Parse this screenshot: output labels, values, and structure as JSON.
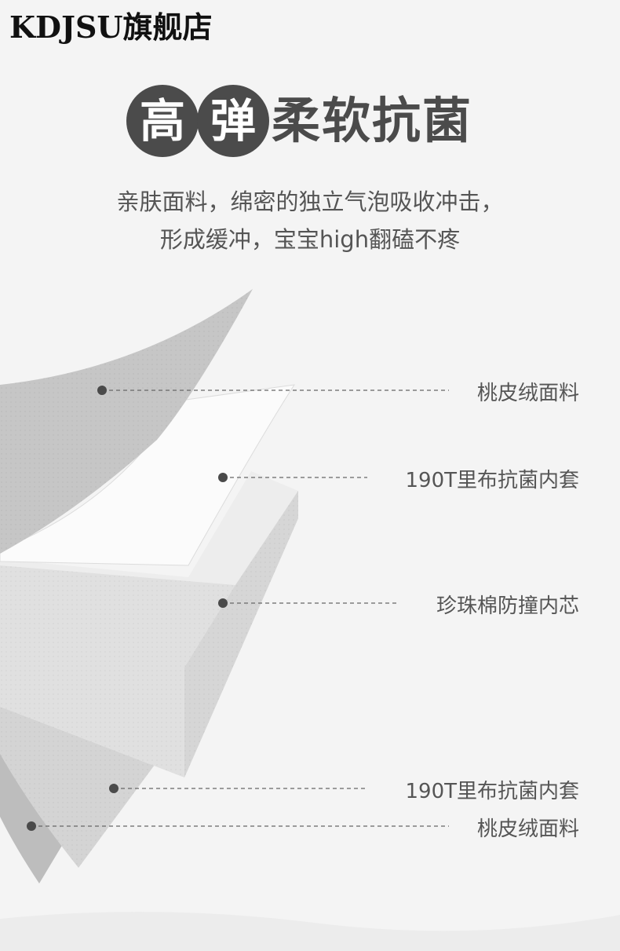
{
  "brand": "KDJSU旗舰店",
  "headline": {
    "circle_1": "高",
    "circle_2": "弹",
    "rest": "柔软抗菌"
  },
  "description": {
    "line_1": "亲肤面料，绵密的独立气泡吸收冲击，",
    "line_2": "形成缓冲，宝宝high翻磕不疼"
  },
  "layers": [
    {
      "label": "桃皮绒面料"
    },
    {
      "label": "190T里布抗菌内套"
    },
    {
      "label": "珍珠棉防撞内芯"
    },
    {
      "label": "190T里布抗菌内套"
    },
    {
      "label": "桃皮绒面料"
    }
  ],
  "colors": {
    "badge": "#4b4b4b",
    "background": "#f4f4f4",
    "fabric": "#c9c9c9",
    "foam": "#e2e2e2"
  }
}
